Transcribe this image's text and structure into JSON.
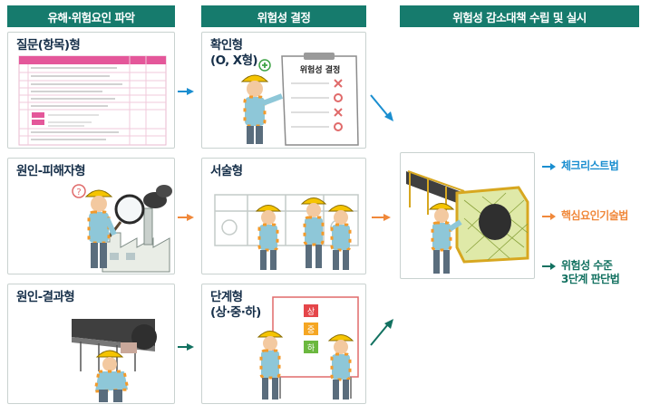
{
  "headers": {
    "identify": "유해·위험요인 파악",
    "determine": "위험성 결정",
    "measures": "위험성 감소대책 수립 및 실시"
  },
  "identify": {
    "question": "질문(항목)형",
    "cause_victim": "원인-피해자형",
    "cause_result": "원인-결과형"
  },
  "determine": {
    "confirm_line1": "확인형",
    "confirm_line2": "(O, X형)",
    "narrative": "서술형",
    "stage_line1": "단계형",
    "stage_line2": "(상·중·하)"
  },
  "confirm_board": {
    "title": "위험성 결정"
  },
  "stage_board": {
    "high": "상",
    "mid": "중",
    "low": "하"
  },
  "methods": {
    "checklist": "체크리스트법",
    "key_factor": "핵심요인기술법",
    "three_level_line1": "위험성 수준",
    "three_level_line2": "3단계 판단법"
  },
  "colors": {
    "header_bg": "#167b6d",
    "title_text": "#17304a",
    "arrow_blue": "#1a8ed0",
    "arrow_orange": "#f0883a",
    "arrow_green": "#127160",
    "form_pink": "#e4579a"
  }
}
